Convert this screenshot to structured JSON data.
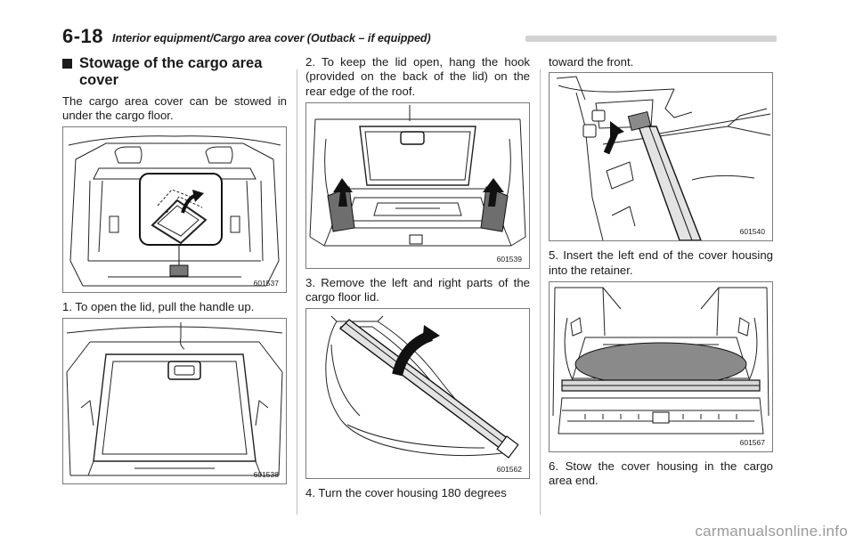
{
  "header": {
    "page_number": "6-18",
    "section_title": "Interior equipment/Cargo area cover (Outback – if equipped)"
  },
  "section": {
    "heading": "Stowage of the cargo area cover",
    "intro": "The cargo area cover can be stowed in under the cargo floor."
  },
  "figures": {
    "f1": "601537",
    "f2": "601538",
    "f3": "601539",
    "f4": "601562",
    "f5": "601540",
    "f6": "601567"
  },
  "steps": {
    "s1": "1. To open the lid, pull the handle up.",
    "s2": "2. To keep the lid open, hang the hook (provided on the back of the lid) on the rear edge of the roof.",
    "s3": "3. Remove the left and right parts of the cargo floor lid.",
    "s4": "4. Turn the cover housing 180 degrees",
    "s4_cont": "toward the front.",
    "s5": "5. Insert the left end of the cover housing into the retainer.",
    "s6": "6. Stow the cover housing in the cargo area end."
  },
  "watermark": "carmanualsonline.info"
}
